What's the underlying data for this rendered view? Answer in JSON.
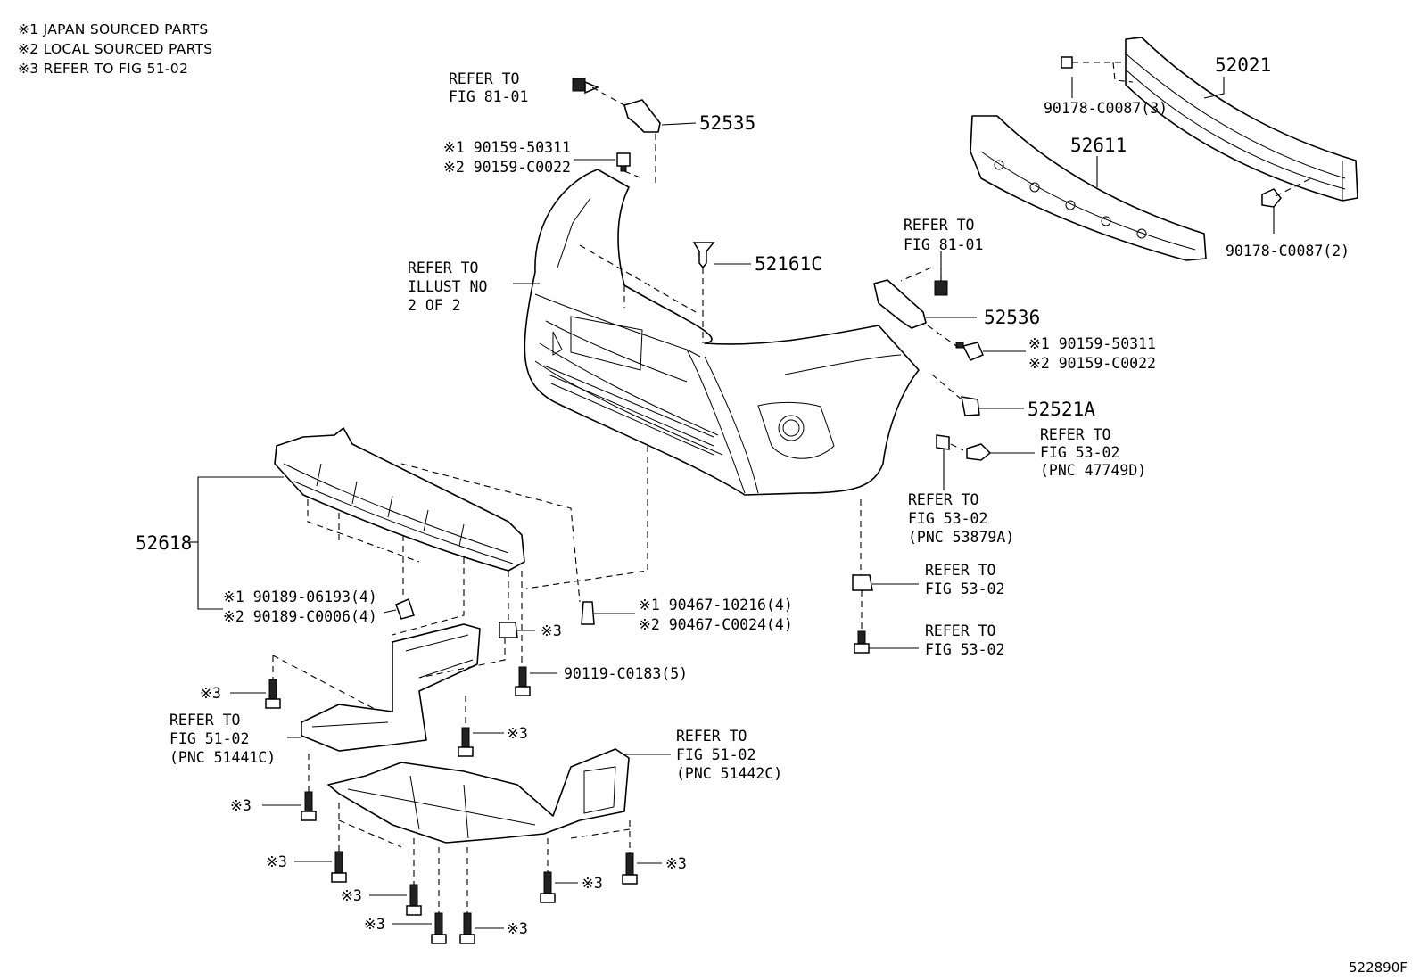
{
  "legend": {
    "note1": "※1 JAPAN SOURCED PARTS",
    "note2": "※2 LOCAL SOURCED PARTS",
    "note3": "※3 REFER TO FIG 51-02"
  },
  "figure_code": "522890F",
  "labels": {
    "p52535": "52535",
    "refer_81_01_top_a": "REFER TO",
    "refer_81_01_top_b": "FIG 81-01",
    "bolt1_j": "※1 90159-50311",
    "bolt1_l": "※2 90159-C0022",
    "p52161c": "52161C",
    "illust_a": "REFER TO",
    "illust_b": "ILLUST NO",
    "illust_c": "2 OF 2",
    "p52021": "52021",
    "p52611": "52611",
    "nut3": "90178-C0087(3)",
    "nut2": "90178-C0087(2)",
    "refer_81_01_right_a": "REFER TO",
    "refer_81_01_right_b": "FIG 81-01",
    "p52536": "52536",
    "bolt2_j": "※1 90159-50311",
    "bolt2_l": "※2 90159-C0022",
    "p52521a": "52521A",
    "r47749_a": "REFER TO",
    "r47749_b": "FIG 53-02",
    "r47749_c": "(PNC 47749D)",
    "r53879_a": "REFER TO",
    "r53879_b": "FIG 53-02",
    "r53879_c": "(PNC 53879A)",
    "r5302a_a": "REFER TO",
    "r5302a_b": "FIG 53-02",
    "r5302b_a": "REFER TO",
    "r5302b_b": "FIG 53-02",
    "p52618": "52618",
    "clip_j": "※1 90189-06193(4)",
    "clip_l": "※2 90189-C0006(4)",
    "rivet_j": "※1 90467-10216(4)",
    "rivet_l": "※2 90467-C0024(4)",
    "s3_a": "※3",
    "screw5": "90119-C0183(5)",
    "s3_b": "※3",
    "s3_c": "※3",
    "r51441_a": "REFER TO",
    "r51441_b": "FIG 51-02",
    "r51441_c": "(PNC 51441C)",
    "r51442_a": "REFER TO",
    "r51442_b": "FIG 51-02",
    "r51442_c": "(PNC 51442C)",
    "s3_d": "※3",
    "s3_e": "※3",
    "s3_f": "※3",
    "s3_g": "※3",
    "s3_h": "※3",
    "s3_i": "※3",
    "s3_j": "※3"
  }
}
